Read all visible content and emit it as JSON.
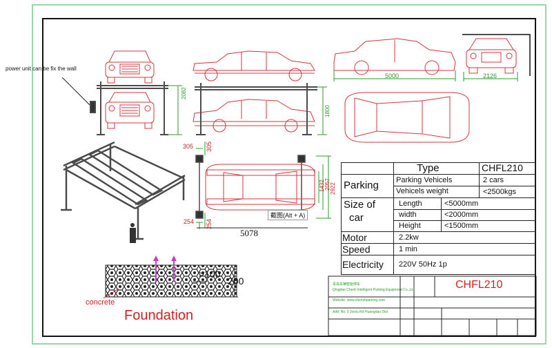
{
  "annotations": {
    "power_unit_note": "power unit can be fix the wall",
    "concrete_label": "concrete",
    "foundation_title": "Foundation",
    "screenshot_tooltip": "截图(Alt + A)"
  },
  "dimensions": {
    "top_car_width": "5000",
    "top_car_height": "2126",
    "lift_height_front": "2082",
    "lift_height_side": "1800",
    "post_left": "305",
    "post_right": "305",
    "plan_lengths": [
      "2922",
      "2057",
      "1432"
    ],
    "post_bottom_left": "254",
    "post_bottom_right": "254",
    "plan_total_length": "5078",
    "foundation_depth_min": ">100",
    "foundation_width": "200"
  },
  "spec_table": {
    "type_label": "Type",
    "type_value": "CHFL210",
    "parking_label": "Parking",
    "parking_vehicles_label": "Parking Vehicels",
    "parking_vehicles_value": "2 cars",
    "vehicles_weight_label": "Vehicels weight",
    "vehicles_weight_value": "<2500kgs",
    "size_label_1": "Size of",
    "size_label_2": "car",
    "length_label": "Length",
    "length_value": "<5000mm",
    "width_label": "width",
    "width_value": "<2000mm",
    "height_label": "Height",
    "height_value": "<1500mm",
    "motor_label": "Motor",
    "motor_value": "2.2kw",
    "speed_label": "Speed",
    "speed_value": "1 min",
    "electricity_label": "Electricity",
    "electricity_value": "220V 50Hz 1p"
  },
  "title_block": {
    "model": "CHFL210",
    "company_cn": "青岛车辆智能停车",
    "company_en": "Qingdao Chenli Intelligent Parking Equipment Co.,Ltd",
    "website": "Website: www.cherishparking.com",
    "address": "Add: No. 9 Jinxiu Rd Huangdao Dist"
  },
  "colors": {
    "drawing_red": "#d9343c",
    "dimension_green": "#2a9d2a",
    "lift_gray": "#4b4b4b",
    "frame_green": "#96d7a8"
  }
}
